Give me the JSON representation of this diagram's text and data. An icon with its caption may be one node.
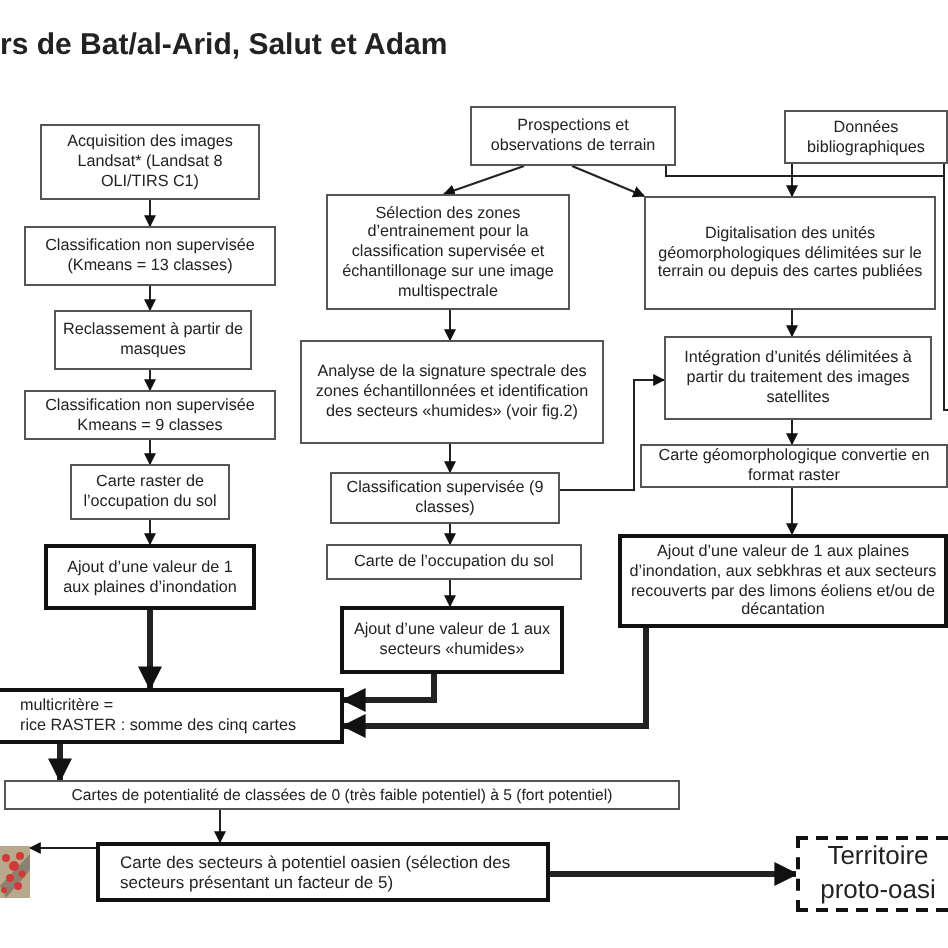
{
  "diagram": {
    "title": "rs de Bat/al-Arid, Salut et Adam",
    "nodes": [
      {
        "text": [
          "Acquisition des images Landsat* (Landsat 8 OLI/TIRS C1)"
        ]
      },
      {
        "text": [
          "Classification non supervisée (Kmeans = 13 classes)"
        ]
      },
      {
        "text": [
          "Reclassement à partir de masques"
        ]
      },
      {
        "text": [
          "Classification non supervisée Kmeans = 9 classes"
        ]
      },
      {
        "text": [
          "Carte raster de l’occupation du sol"
        ]
      },
      {
        "text": [
          "Ajout d’une valeur de 1 aux plaines d’inondation"
        ]
      },
      {
        "text": [
          "multicritère =",
          "rice RASTER : somme des cinq cartes"
        ]
      },
      {
        "text": [
          "Prospections et observations de terrain"
        ]
      },
      {
        "text": [
          "Données bibliographiques"
        ]
      },
      {
        "text": [
          "Sélection des zones d’entrainement pour la classification supervisée et échantillonage sur une image multispectrale"
        ]
      },
      {
        "text": [
          "Analyse de la signature spectrale des zones échantillonnées et identification des secteurs «humides» (voir fig.2)"
        ]
      },
      {
        "text": [
          "Classification supervisée (9 classes)"
        ]
      },
      {
        "text": [
          "Carte de l’occupation du sol"
        ]
      },
      {
        "text": [
          "Ajout d’une valeur de 1 aux secteurs «humides»"
        ]
      },
      {
        "text": [
          "Digitalisation des unités géomorphologiques délimitées sur le terrain ou depuis des cartes publiées"
        ]
      },
      {
        "text": [
          "Intégration d’unités délimitées à partir du traitement des images satellites"
        ]
      },
      {
        "text": [
          "Carte géomorphologique convertie en format raster"
        ]
      },
      {
        "text": [
          "Ajout d’une valeur de 1 aux plaines d’inondation, aux sebkhras et aux secteurs recouverts par des limons éoliens et/ou de décantation"
        ]
      },
      {
        "text": [
          "Cartes de potentialité de classées de 0 (très faible potentiel) à 5 (fort potentiel)"
        ]
      },
      {
        "text": [
          "Carte des secteurs à potentiel oasien (sélection des secteurs présentant un facteur de 5)"
        ]
      },
      {
        "text": [],
        "shape": "picture"
      },
      {
        "text": [
          "Territoire proto-oasi"
        ]
      }
    ],
    "edges": [
      {
        "from": 0,
        "to": 1,
        "arrow": "to"
      },
      {
        "from": 1,
        "to": 2,
        "arrow": "to"
      },
      {
        "from": 2,
        "to": 3,
        "arrow": "to"
      },
      {
        "from": 3,
        "to": 4,
        "arrow": "to"
      },
      {
        "from": 4,
        "to": 5,
        "arrow": "to"
      },
      {
        "from": 5,
        "to": 6,
        "arrow": "to",
        "style": "thick"
      },
      {
        "from": 7,
        "to": 9,
        "arrow": "to"
      },
      {
        "from": 7,
        "to": 14,
        "arrow": "to"
      },
      {
        "from": 8,
        "to": 14,
        "arrow": "to"
      },
      {
        "from": 7,
        "to": null,
        "arrow": "none"
      },
      {
        "from": 8,
        "to": null,
        "arrow": "none"
      },
      {
        "from": 9,
        "to": 10,
        "arrow": "to"
      },
      {
        "from": 10,
        "to": 11,
        "arrow": "to"
      },
      {
        "from": 11,
        "to": 12,
        "arrow": "to"
      },
      {
        "from": 12,
        "to": 13,
        "arrow": "to"
      },
      {
        "from": 11,
        "to": 15,
        "arrow": "to"
      },
      {
        "from": 14,
        "to": 15,
        "arrow": "to"
      },
      {
        "from": 15,
        "to": 16,
        "arrow": "to"
      },
      {
        "from": 16,
        "to": 17,
        "arrow": "to"
      },
      {
        "from": 13,
        "to": 6,
        "arrow": "to",
        "style": "thick"
      },
      {
        "from": 17,
        "to": 6,
        "arrow": "to",
        "style": "thick"
      },
      {
        "from": 6,
        "to": 18,
        "arrow": "to",
        "style": "thick"
      },
      {
        "from": 18,
        "to": 19,
        "arrow": "to"
      },
      {
        "from": 19,
        "to": 20,
        "arrow": "to"
      },
      {
        "from": 19,
        "to": 21,
        "arrow": "to",
        "style": "thick"
      }
    ]
  }
}
